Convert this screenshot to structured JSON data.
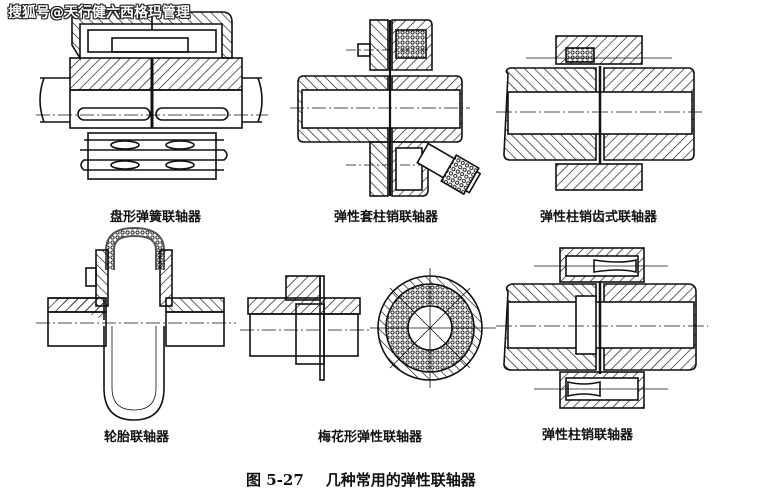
{
  "watermark": "搜狐号@天行健六西格玛管理",
  "figures": [
    {
      "id": "disc-spring",
      "label": "盘形弹簧联轴器"
    },
    {
      "id": "sleeve-pin",
      "label": "弹性套柱销联轴器"
    },
    {
      "id": "pin-tooth",
      "label": "弹性柱销齿式联轴器"
    },
    {
      "id": "tire",
      "label": "轮胎联轴器"
    },
    {
      "id": "plum-blossom",
      "label": "梅花形弹性联轴器"
    },
    {
      "id": "elastic-pin",
      "label": "弹性柱销联轴器"
    }
  ],
  "caption": {
    "number": "图 5-27",
    "title": "几种常用的弹性联轴器"
  }
}
